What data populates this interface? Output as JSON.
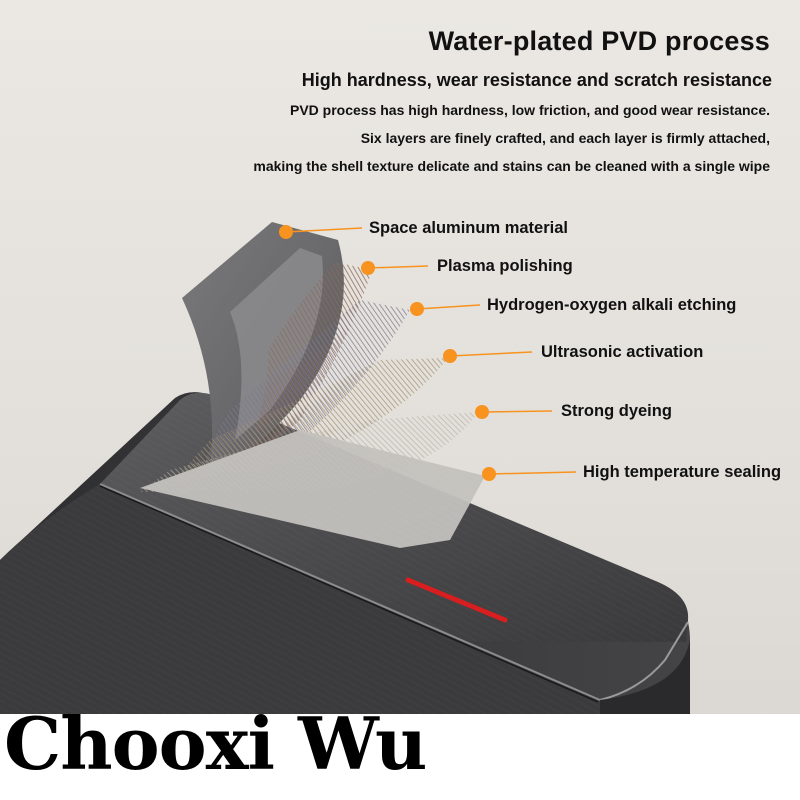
{
  "header": {
    "title": "Water-plated PVD process",
    "subtitle": "High hardness, wear resistance and scratch resistance",
    "description_lines": [
      "PVD process has high hardness, low friction, and good wear resistance.",
      "Six layers are finely crafted, and each layer is firmly attached,",
      "making the shell texture delicate and stains can be cleaned with a single wipe"
    ]
  },
  "layers": [
    {
      "label": "Space aluminum material"
    },
    {
      "label": "Plasma polishing"
    },
    {
      "label": "Hydrogen-oxygen alkali etching"
    },
    {
      "label": "Ultrasonic activation"
    },
    {
      "label": "Strong dyeing"
    },
    {
      "label": "High temperature sealing"
    }
  ],
  "brand": {
    "watermark": "Chooxi Wu"
  },
  "colors": {
    "marker": "#f7931e",
    "indicator_light": "#d81e1e",
    "metal_surface": "#4a4a4c",
    "text": "#111111"
  }
}
